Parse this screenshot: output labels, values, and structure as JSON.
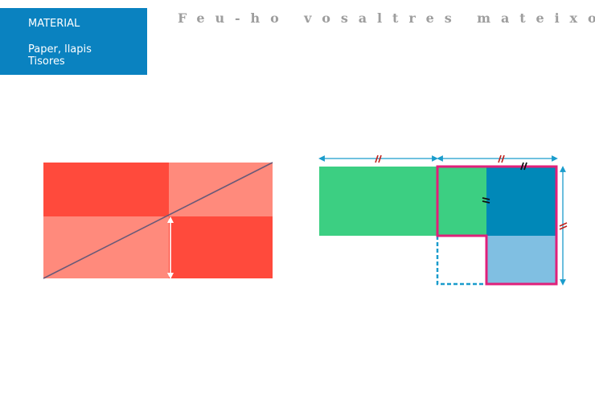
{
  "header": {
    "title": "Feu-ho vosaltres mateixos"
  },
  "material": {
    "heading": "MATERIAL",
    "items": [
      "Paper, llapis",
      "Tisores"
    ]
  },
  "colors": {
    "material_bg": "#0a82c0",
    "title_gray": "#9e9e9e",
    "red_dark": "#ff4a3c",
    "red_light": "#ff8a7c",
    "diagonal": "#6a5a78",
    "green": "#3ccf82",
    "blue_dark": "#0088b8",
    "blue_light": "#80bfe2",
    "magenta": "#e0207a",
    "cyan": "#1a9ccc",
    "tick_red": "#c0201a",
    "tick_black": "#111111"
  },
  "icons": [
    "double-arrow-icon",
    "equal-length-tick-icon"
  ]
}
